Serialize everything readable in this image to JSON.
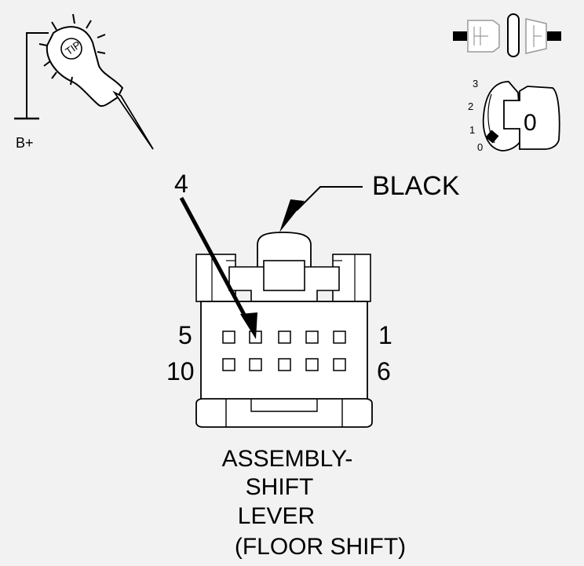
{
  "probe": {
    "power_label": "B+",
    "tip_text": "TIP"
  },
  "ignition_key": {
    "positions": [
      "3",
      "2",
      "1",
      "0"
    ],
    "key_label": "0"
  },
  "connector": {
    "color_label": "BLACK",
    "callout_pin": "4",
    "pin_labels": {
      "top_left": "5",
      "top_right": "1",
      "bottom_left": "10",
      "bottom_right": "6"
    }
  },
  "caption": {
    "line1": "ASSEMBLY-",
    "line2": "SHIFT",
    "line3": "LEVER",
    "line4": "(FLOOR SHIFT)"
  }
}
